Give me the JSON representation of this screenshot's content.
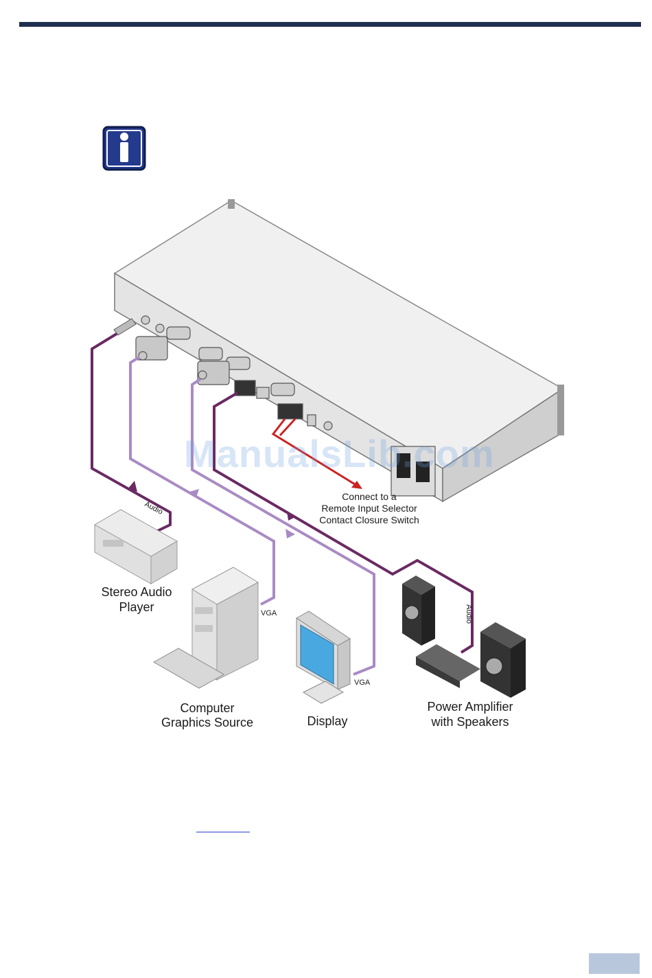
{
  "labels": {
    "stereo_audio_player": [
      "Stereo Audio",
      "Player"
    ],
    "computer_graphics_source": [
      "Computer",
      "Graphics Source"
    ],
    "display": "Display",
    "power_amplifier": [
      "Power Amplifier",
      "with Speakers"
    ],
    "remote_switch": [
      "Connect to a",
      "Remote Input Selector",
      "Contact Closure Switch"
    ],
    "vga_in": "VGA",
    "vga_out": "VGA",
    "audio_in": "Audio",
    "audio_out": "Audio"
  },
  "watermark": "ManualsLib.com",
  "colors": {
    "header_rule": "#1f2f4f",
    "info_icon": "#243a8c",
    "audio_cable": "#6a2a63",
    "vga_cable": "#a98bc4",
    "control_wire": "#cc2222",
    "page_tab": "#b9c7dc"
  },
  "icons": [
    "info-icon"
  ]
}
